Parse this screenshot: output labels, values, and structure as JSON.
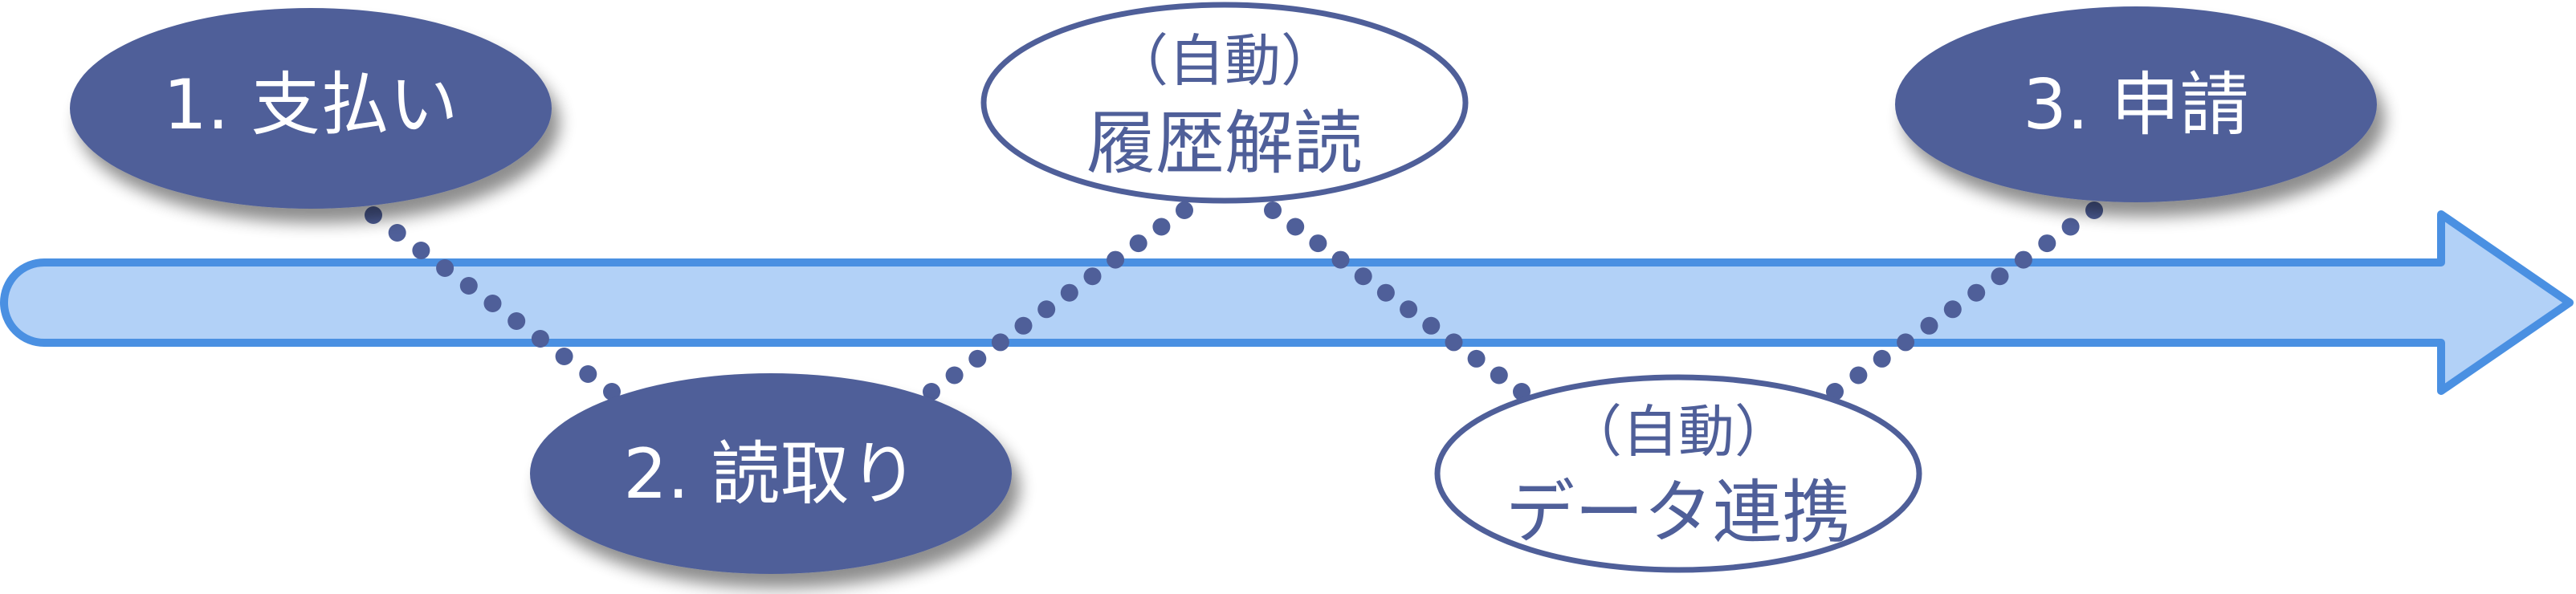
{
  "diagram": {
    "colors": {
      "arrow_fill": "#b2d1f7",
      "arrow_stroke": "#4a90e2",
      "filled_node": "#4f5f99",
      "outline_node_stroke": "#4f5f99",
      "outline_node_fill": "#ffffff",
      "dots": "#4f5f99",
      "text_on_filled": "#ffffff",
      "text_on_outline": "#4f5f99"
    },
    "steps": {
      "payment": "1. 支払い",
      "reading": "2. 読取り",
      "history_sub": "（自動）",
      "history_main": "履歴解読",
      "data_sub": "（自動）",
      "data_main": "データ連携",
      "apply": "3. 申請"
    }
  }
}
